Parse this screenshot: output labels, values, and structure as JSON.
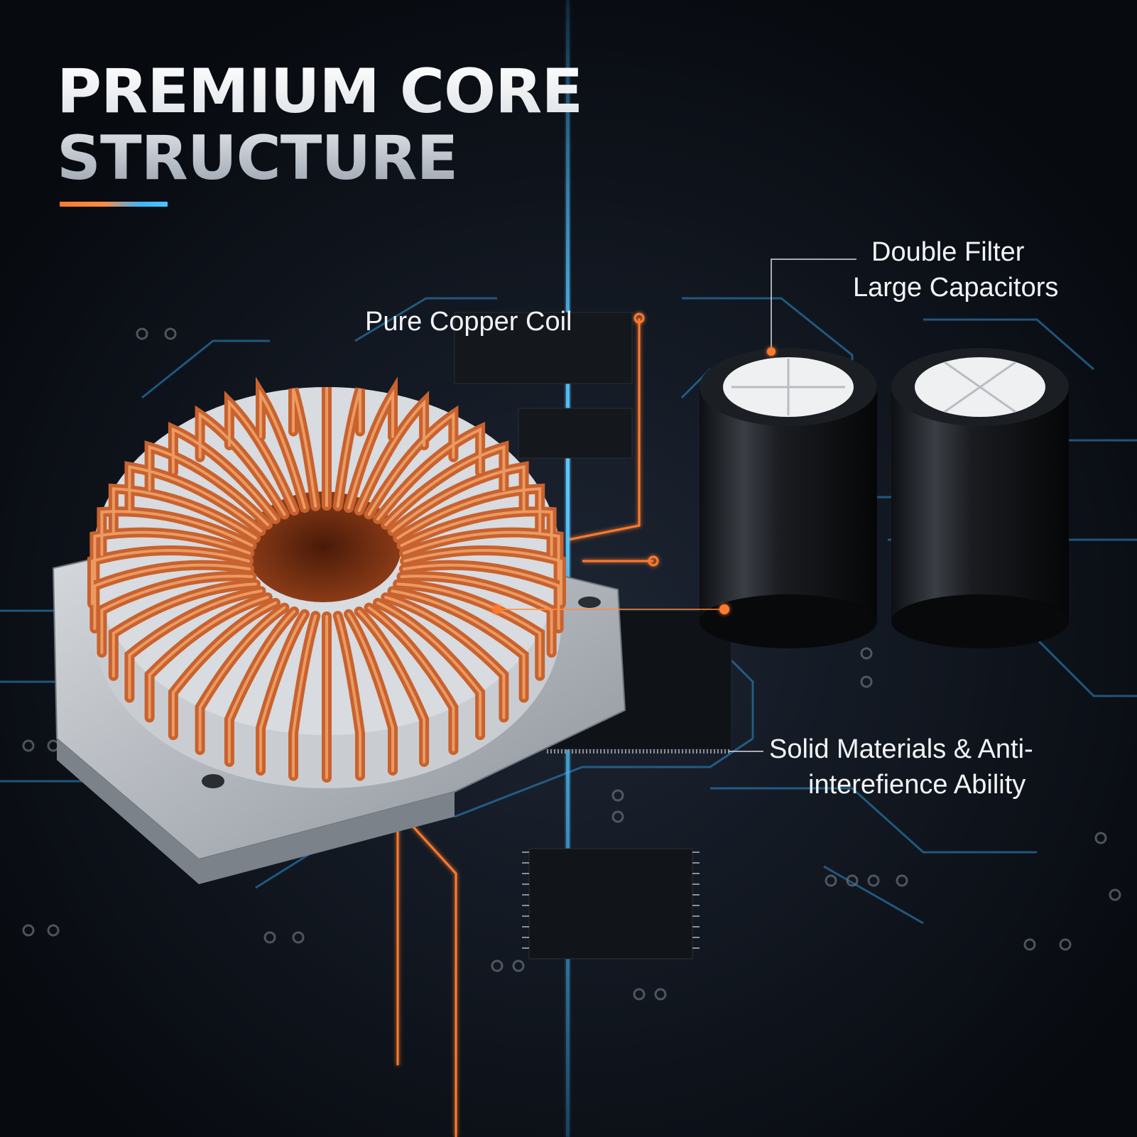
{
  "headline": {
    "line1": "PREMIUM CORE",
    "line2": "STRUCTURE"
  },
  "callouts": {
    "copper_coil": "Pure Copper Coil",
    "capacitors_line1": "Double Filter",
    "capacitors_line2": "Large Capacitors",
    "solid_line1": "Solid Materials & Anti-",
    "solid_line2": "interefience Ability"
  },
  "colors": {
    "accent_orange": "#ff7a2e",
    "accent_blue": "#3cb6ff",
    "copper": "#c8622e",
    "background": "#0b0f16"
  }
}
